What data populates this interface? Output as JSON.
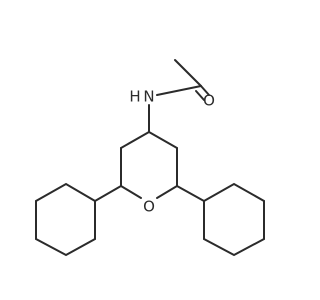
{
  "atom_labels": {
    "nitrogen": "N",
    "hydrogen": "H",
    "carbonyl_oxygen": "O",
    "ring_oxygen": "O"
  },
  "colors": {
    "bond": "#2b2b2b",
    "background": "#ffffff"
  }
}
